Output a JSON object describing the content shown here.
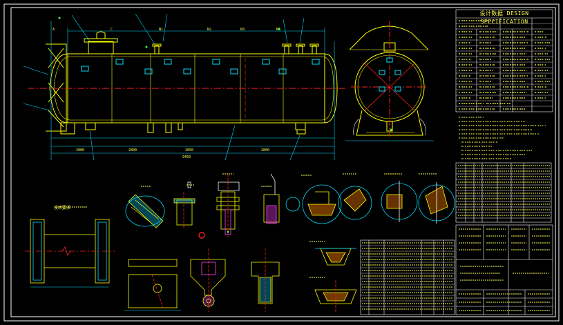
{
  "drawing": {
    "spec_title": "DESIGN SPECIFICATION",
    "spec_title_cn": "设计数据",
    "colors": {
      "background": "#000000",
      "frame": "#ffffff",
      "geometry": "#ffff00",
      "centerline": "#ff2020",
      "dimension": "#00e0ff",
      "hatch": "#00c8ff",
      "magenta": "#ff40ff",
      "green": "#40ff40"
    }
  },
  "notes": {
    "requirements_title": "技术要求"
  }
}
